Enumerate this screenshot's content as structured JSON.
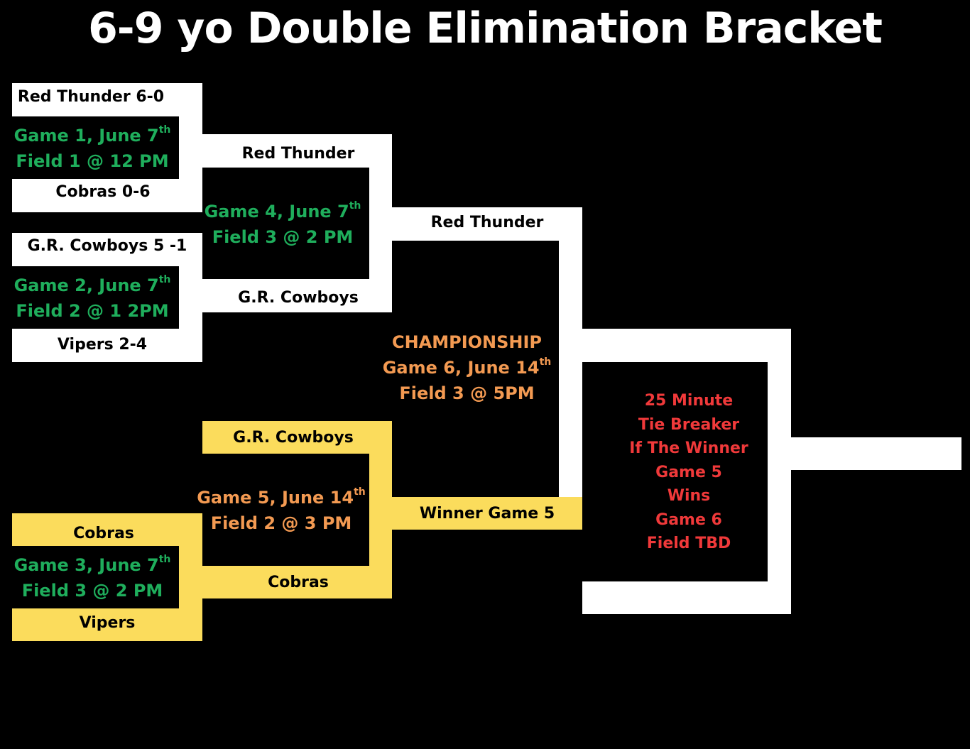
{
  "title": "6-9 yo Double Elimination Bracket",
  "colors": {
    "background": "#000000",
    "winners_bracket": "#ffffff",
    "losers_bracket": "#fbdc5c",
    "early_games_text": "#1fae5c",
    "later_games_text": "#f39a52",
    "tie_breaker_text": "#f0393a"
  },
  "teams": {
    "g1_top": "Red Thunder 6-0",
    "g1_bottom": "Cobras 0-6",
    "g2_top": "G.R. Cowboys 5 -1",
    "g2_bottom": "Vipers 2-4",
    "g4_top": "Red Thunder",
    "g4_bottom": "G.R. Cowboys",
    "champ_top": "Red Thunder",
    "g5_top": "G.R. Cowboys",
    "g5_bottom": "Cobras",
    "g3_top": "Cobras",
    "g3_bottom": "Vipers",
    "champ_bottom": "Winner Game 5"
  },
  "games": {
    "g1": {
      "line1": "Game 1, June 7",
      "sup": "th",
      "line2": "Field 1 @ 12 PM"
    },
    "g2": {
      "line1": "Game 2, June 7",
      "sup": "th",
      "line2": "Field 2 @ 1 2PM"
    },
    "g4": {
      "line1": "Game 4, June 7",
      "sup": "th",
      "line2": "Field 3 @ 2 PM"
    },
    "g3": {
      "line1": "Game 3, June 7",
      "sup": "th",
      "line2": "Field 3 @ 2 PM"
    },
    "g5": {
      "line1": "Game 5, June 14",
      "sup": "th",
      "line2": "Field 2 @  3 PM"
    },
    "g6": {
      "heading": "CHAMPIONSHIP",
      "line1": "Game 6, June 14",
      "sup": "th",
      "line2": "Field 3 @  5PM"
    }
  },
  "tie_breaker": [
    "25 Minute",
    "Tie Breaker",
    "If The Winner",
    "Game 5",
    "Wins",
    "Game 6",
    "Field TBD"
  ]
}
